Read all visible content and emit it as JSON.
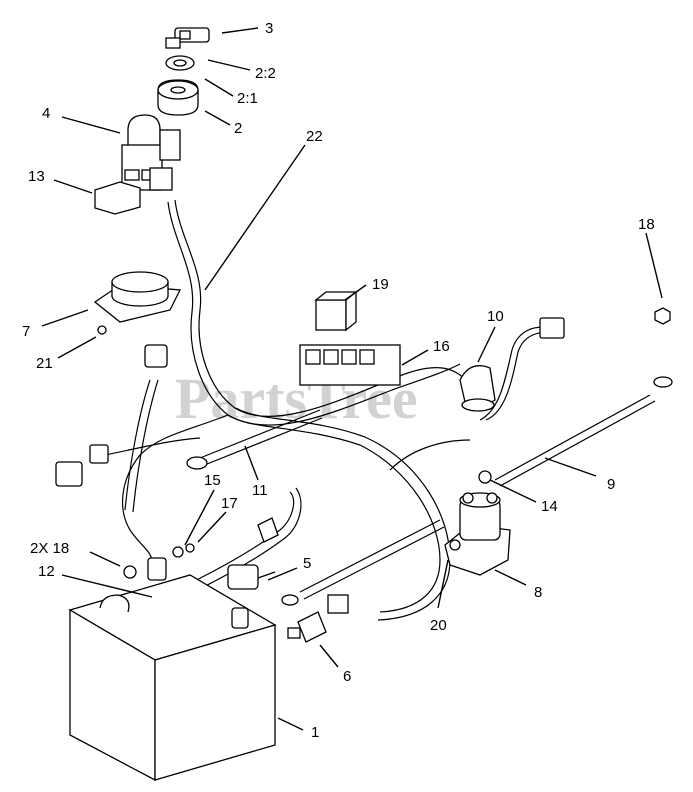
{
  "watermark": "PartsTree",
  "callouts": [
    {
      "id": "c3",
      "text": "3"
    },
    {
      "id": "c2-2",
      "text": "2:2"
    },
    {
      "id": "c2-1",
      "text": "2:1"
    },
    {
      "id": "c2",
      "text": "2"
    },
    {
      "id": "c4",
      "text": "4"
    },
    {
      "id": "c22",
      "text": "22"
    },
    {
      "id": "c13",
      "text": "13"
    },
    {
      "id": "c18",
      "text": "18"
    },
    {
      "id": "c19",
      "text": "19"
    },
    {
      "id": "c7",
      "text": "7"
    },
    {
      "id": "c21",
      "text": "21"
    },
    {
      "id": "c10",
      "text": "10"
    },
    {
      "id": "c16",
      "text": "16"
    },
    {
      "id": "c9",
      "text": "9"
    },
    {
      "id": "c14",
      "text": "14"
    },
    {
      "id": "c15",
      "text": "15"
    },
    {
      "id": "c17",
      "text": "17"
    },
    {
      "id": "c11",
      "text": "11"
    },
    {
      "id": "c2x18",
      "text": "2X 18"
    },
    {
      "id": "c12",
      "text": "12"
    },
    {
      "id": "c5",
      "text": "5"
    },
    {
      "id": "c8",
      "text": "8"
    },
    {
      "id": "c20",
      "text": "20"
    },
    {
      "id": "c6",
      "text": "6"
    },
    {
      "id": "c1",
      "text": "1"
    }
  ]
}
